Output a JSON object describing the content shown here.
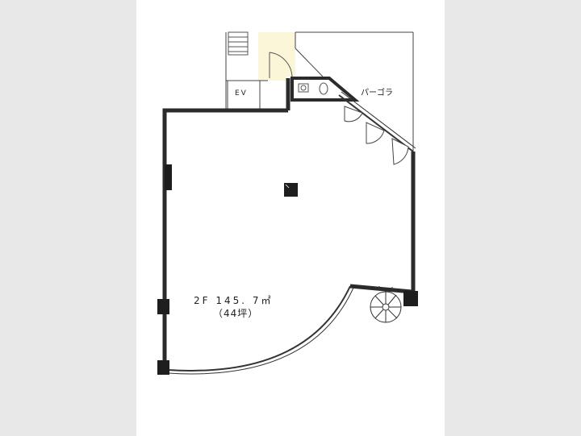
{
  "plan": {
    "floor_area": "2F 145. 7㎡",
    "floor_area_tsubo": "（44坪）",
    "elevator_label": "EV",
    "pergola_label": "パーゴラ"
  },
  "colors": {
    "wall": "#2b2b2b",
    "pillar": "#1e1e1e",
    "paper": "#ffffff",
    "background": "#e8e8e8",
    "stair_tint": "#fbf6d8",
    "line": "#444444"
  }
}
